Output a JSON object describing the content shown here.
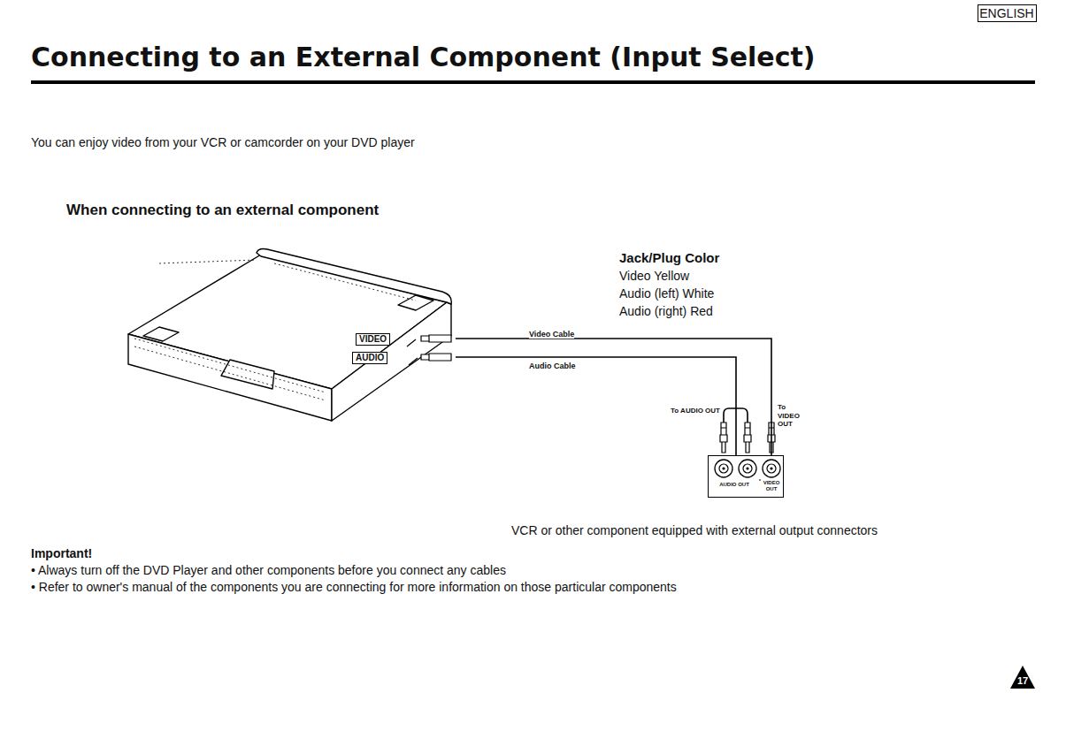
{
  "diagram": {
    "title": "Connecting to an External Component (Input Select)",
    "nodes": [
      {
        "text": [
          "ENGLISH"
        ]
      },
      {
        "text": [
          "VIDEO",
          "AUDIO"
        ]
      },
      {
        "text": [
          "AUDIO OUT",
          "VIDEO OUT"
        ]
      },
      {
        "text": [
          "17"
        ]
      }
    ],
    "edges": [
      {
        "from": 1,
        "to": 2,
        "label": "Video Cable",
        "arrow": "none"
      },
      {
        "from": 1,
        "to": 2,
        "label": "Audio Cable",
        "arrow": "none"
      }
    ],
    "labels": [
      "You can enjoy video from your VCR or camcorder on your DVD player",
      "When connecting to an external component",
      "Jack/Plug Color",
      "Video Yellow",
      "Audio (left) White",
      "Audio (right) Red",
      "To AUDIO OUT",
      "To VIDEO OUT",
      "VCR or other component equipped with external output connectors",
      "Important!",
      "• Always turn off the DVD Player and other components before you connect any cables",
      "• Refer to owner's manual of the components you are connecting for more information on those particular components"
    ]
  }
}
